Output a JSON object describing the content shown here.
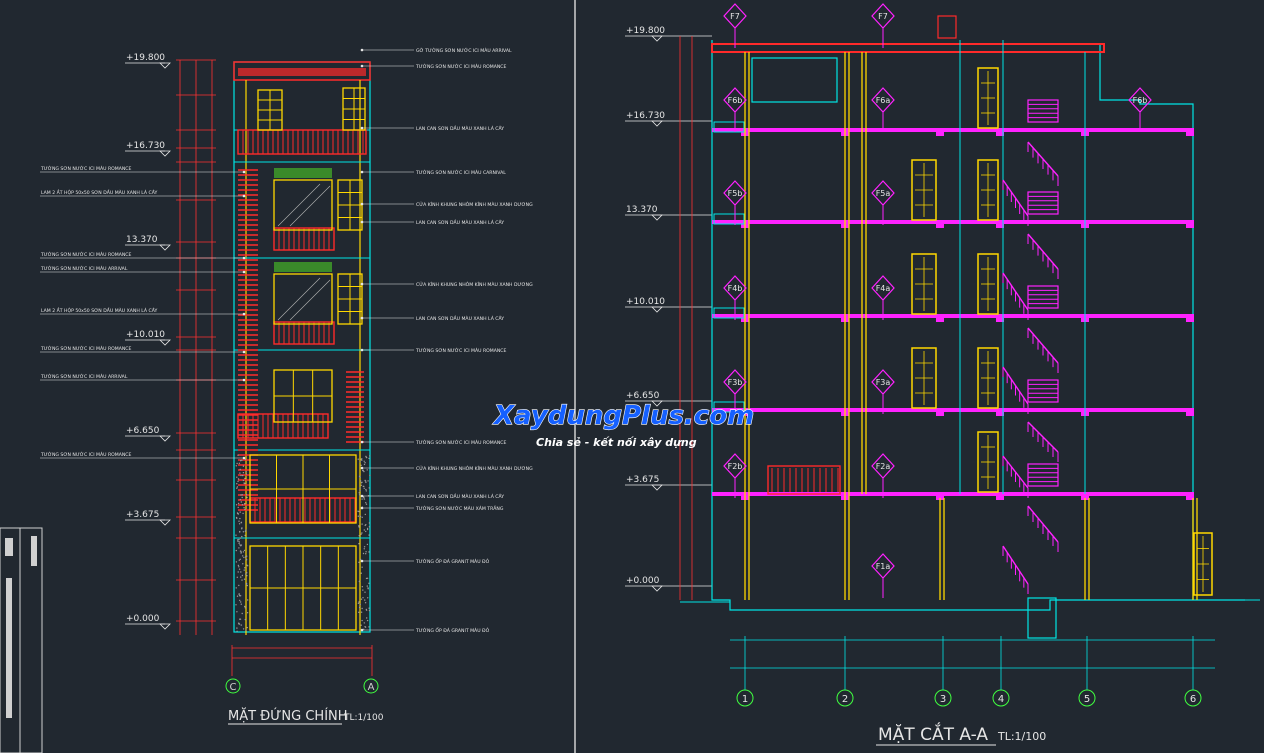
{
  "colors": {
    "background": "#212830",
    "cyan": "#00e5e5",
    "red": "#ff2a2a",
    "yellow": "#ffd800",
    "magenta": "#ff22ff",
    "white": "#e6e6e6",
    "gray": "#9aa0a6"
  },
  "elevation": {
    "title": "MẶT ĐỨNG CHÍNH",
    "scale": "TL:1/100",
    "levels": [
      "+19.800",
      "+16.730",
      "13.370",
      "+10.010",
      "+6.650",
      "+3.675",
      "+0.000"
    ],
    "grid_axes": [
      "C",
      "A"
    ],
    "notes_right": [
      "GỜ TƯỜNG SƠN NƯỚC ICI MÀU ARRIVAL",
      "TƯỜNG SƠN NƯỚC ICI MÀU ROMANCE",
      "LAN CAN SƠN DẦU MÀU XANH LÁ CÂY",
      "TƯỜNG SƠN NƯỚC ICI MÀU CARNIVAL",
      "CỬA KÍNH KHUNG NHÔM KÍNH MÀU XANH DƯƠNG",
      "LAN CAN SƠN DẦU MÀU XANH LÁ CÂY",
      "CỬA KÍNH KHUNG NHÔM KÍNH MÀU XANH DƯƠNG",
      "LAN CAN SƠN DẦU MÀU XANH LÁ CÂY",
      "TƯỜNG SƠN NƯỚC ICI MÀU ROMANCE",
      "TƯỜNG SƠN NƯỚC ICI MÀU ROMANCE",
      "CỬA KÍNH KHUNG NHÔM KÍNH MÀU XANH DƯƠNG",
      "LAN CAN SƠN DẦU MÀU XANH LÁ CÂY",
      "TƯỜNG SƠN NƯỚC MÀU XÁM TRẮNG",
      "TƯỜNG ỐP ĐÁ GRANIT MÀU ĐỎ",
      "TƯỜNG ỐP ĐÁ GRANIT MÀU ĐỎ"
    ],
    "notes_left": [
      "TƯỜNG SƠN NƯỚC ICI MÀU ROMANCE",
      "LAM 2 ẮT HỘP 50x50 SƠN DẦU MÀU XANH LÁ CÂY",
      "TƯỜNG SƠN NƯỚC ICI MÀU ROMANCE",
      "TƯỜNG SƠN NƯỚC ICI MÀU ARRIVAL",
      "LAM 2 ẮT HỘP 50x50 SƠN DẦU MÀU XANH LÁ CÂY",
      "TƯỜNG SƠN NƯỚC ICI MÀU ROMANCE",
      "TƯỜNG SƠN NƯỚC ICI MÀU ARRIVAL",
      "TƯỜNG SƠN NƯỚC ICI MÀU ROMANCE"
    ]
  },
  "section": {
    "title": "MẶT CẮT A-A",
    "scale": "TL:1/100",
    "levels": [
      "+19.800",
      "+16.730",
      "13.370",
      "+10.010",
      "+6.650",
      "+3.675",
      "+0.000"
    ],
    "tags_top": [
      "F7",
      "F7"
    ],
    "tags_left": [
      "F6b",
      "F5b",
      "F4b",
      "F3b",
      "F2b"
    ],
    "tags_mid": [
      "F6a",
      "F5a",
      "F4a",
      "F3a",
      "F2a",
      "F1a"
    ],
    "tag_right": "F6b",
    "grid_axes": [
      "1",
      "2",
      "3",
      "4",
      "5",
      "6"
    ]
  },
  "watermark": {
    "brand": "XaydungPlus.com",
    "tagline": "Chia sẻ - kết nối xây dựng"
  }
}
